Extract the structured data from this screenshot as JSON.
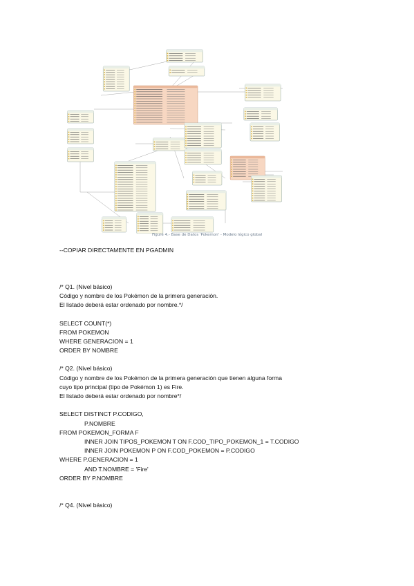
{
  "figure": {
    "caption": "Figure 4.- Base de Datos 'Pokemon' - Modelo lógico global",
    "colors": {
      "table_fill": "#fbf8e6",
      "table_header": "#e9efe6",
      "table_border": "#8fa5a3",
      "highlight_fill": "#f7d7c2",
      "highlight_border": "#c99777",
      "link_line": "#9a9a9a",
      "key_icon": "#d9b24a"
    }
  },
  "doc": {
    "comment_copy": "--COPIAR DIRECTAMENTE EN PGADMIN",
    "q1": {
      "title": "/* Q1. (Nivel básico)",
      "desc1": "Código y nombre de los Pokémon de la primera generación.",
      "desc2": "El listado deberá estar ordenado por nombre.*/",
      "sql": [
        "SELECT COUNT(*)",
        "FROM POKEMON",
        "WHERE GENERACION = 1",
        "ORDER BY NOMBRE"
      ]
    },
    "q2": {
      "title": "/* Q2. (Nivel básico)",
      "desc1": "Código y nombre de los Pokémon de la primera generación que tienen alguna forma",
      "desc2": "cuyo tipo principal (tipo de Pokémon 1) es Fire.",
      "desc3": "El listado deberá estar ordenado por nombre*/",
      "sql": {
        "l1": "SELECT DISTINCT P.CODIGO,",
        "l2": "P.NOMBRE",
        "l3": "FROM POKEMON_FORMA F",
        "l4": "INNER JOIN TIPOS_POKEMON T ON F.COD_TIPO_POKEMON_1 = T.CODIGO",
        "l5": "INNER JOIN POKEMON P ON F.COD_POKEMON = P.CODIGO",
        "l6": "WHERE P.GENERACION = 1",
        "l7": "AND T.NOMBRE = 'Fire'",
        "l8": "ORDER BY P.NOMBRE"
      }
    },
    "q4": {
      "title": "/* Q4. (Nivel básico)"
    }
  }
}
